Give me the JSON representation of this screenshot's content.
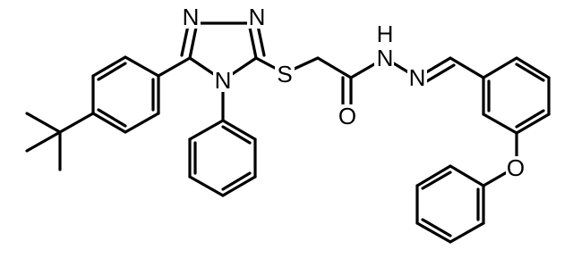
{
  "molecule": {
    "atoms": {
      "n1": "N",
      "n2": "N",
      "n4": "N",
      "s": "S",
      "hydrazide_h": "H",
      "hydrazide_n": "N",
      "hydrazone_n": "N",
      "carbonyl_o": "O",
      "ether_o": "O"
    }
  }
}
